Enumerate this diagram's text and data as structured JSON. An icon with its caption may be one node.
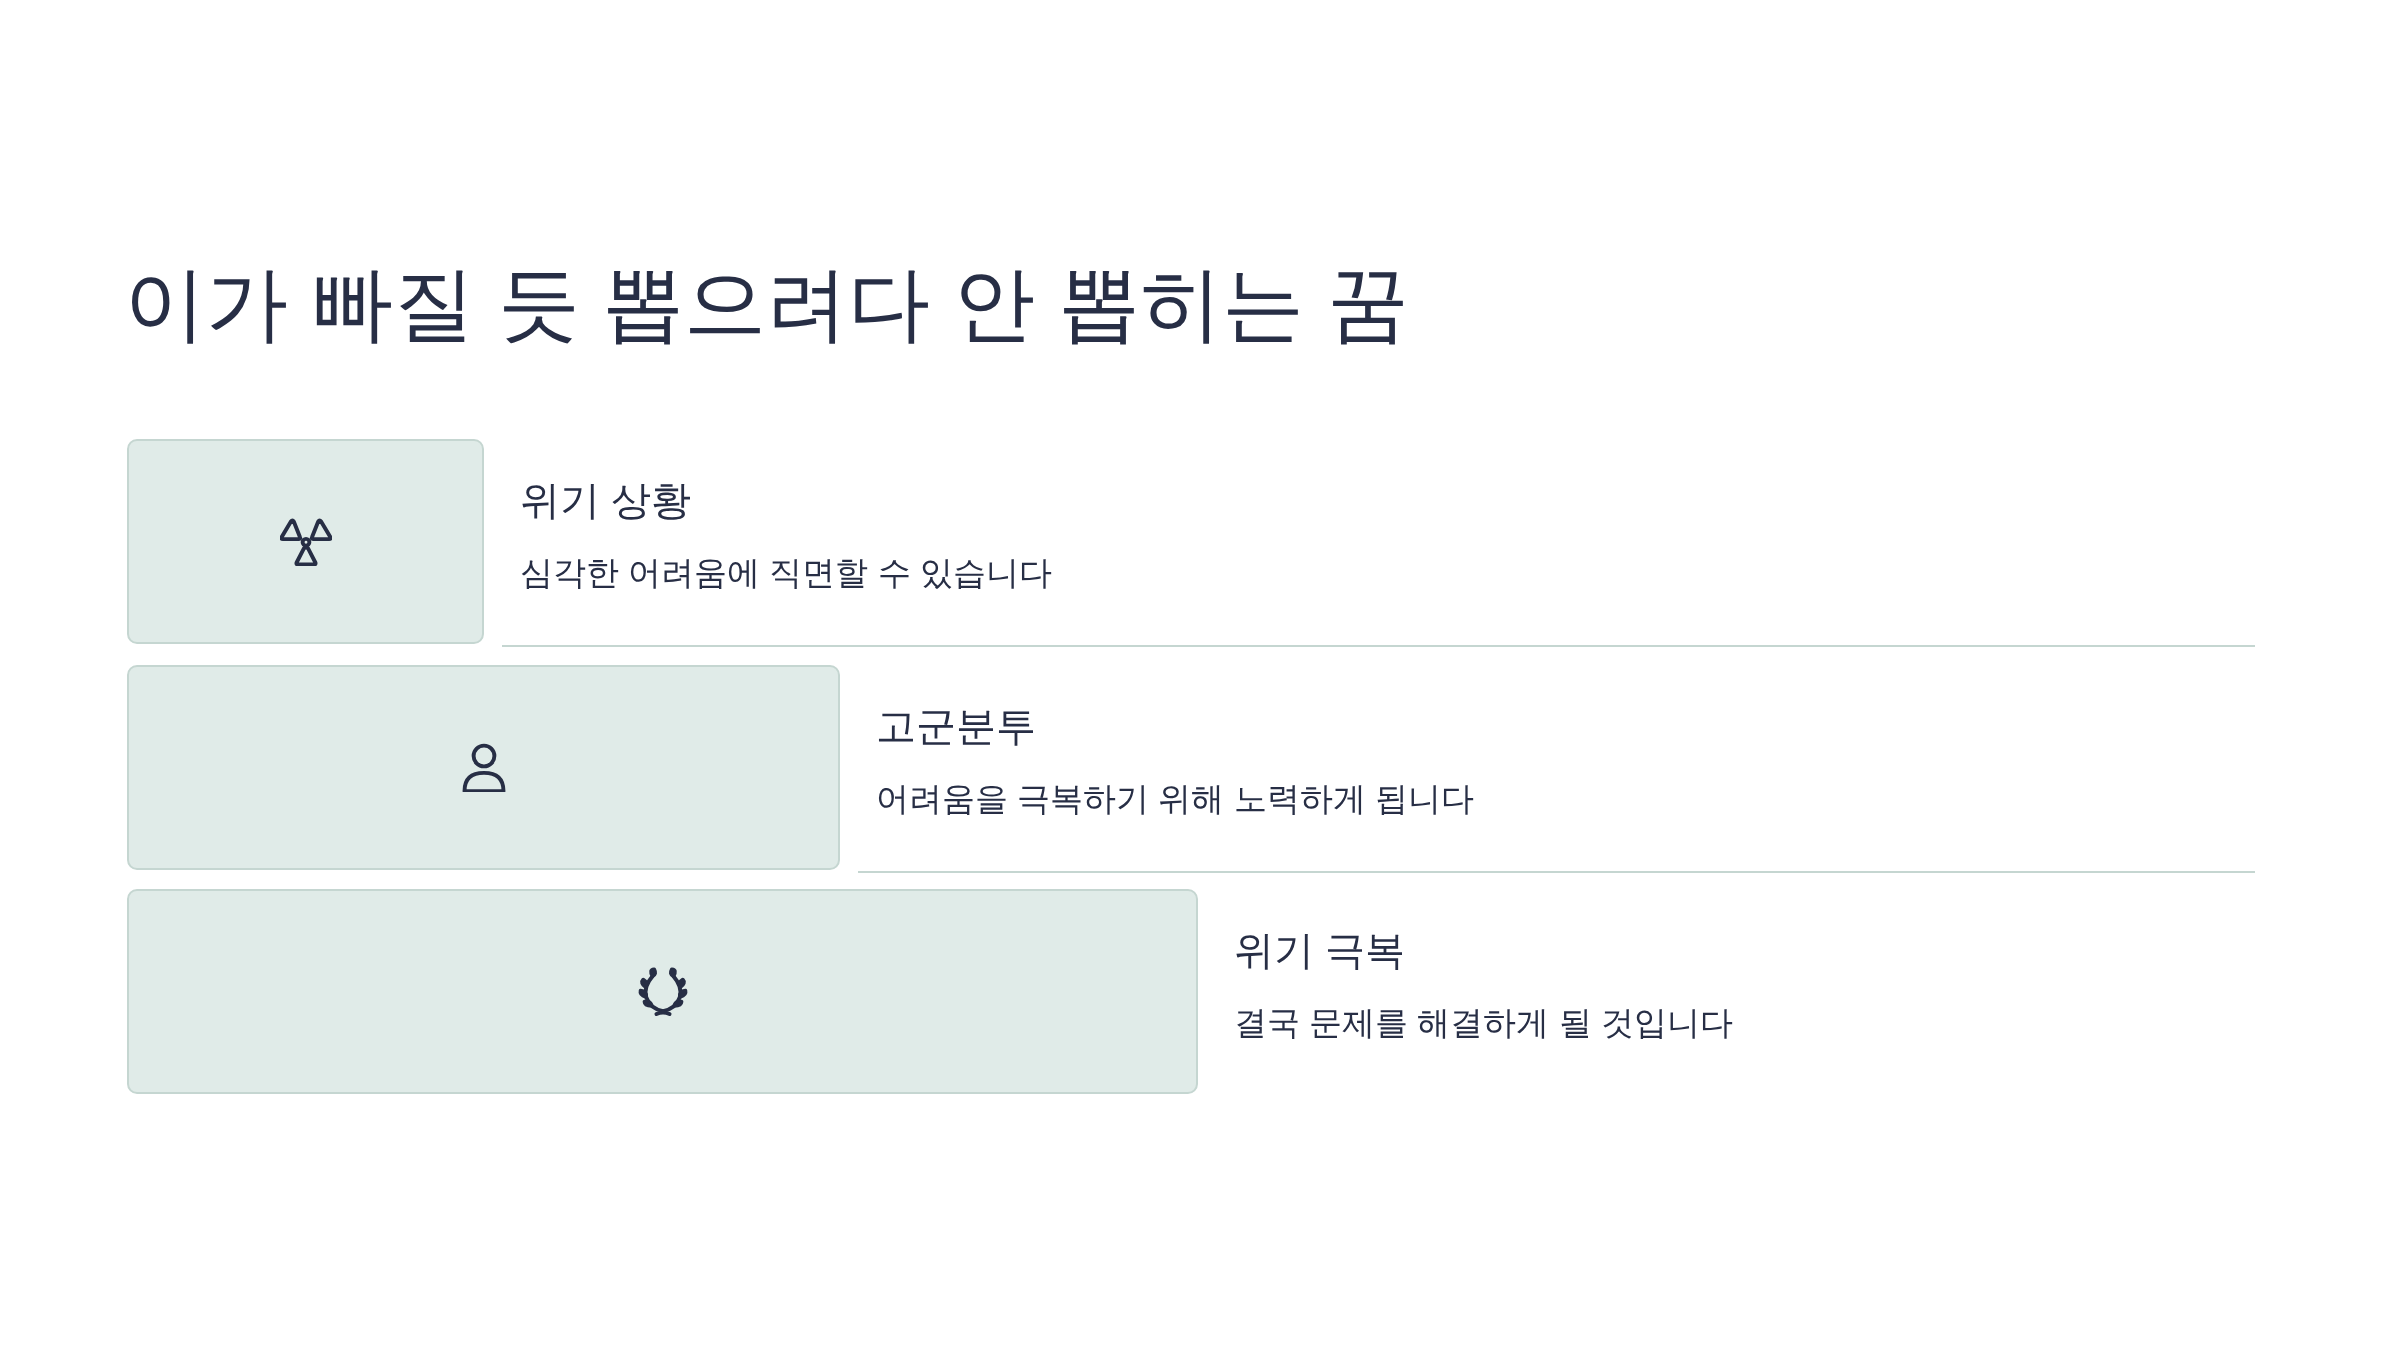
{
  "diagram": {
    "title": "이가 빠질 듯 뽑으려다 안 뽑히는 꿈",
    "nodes": [
      {
        "text": [],
        "shape": "box",
        "beside": [
          "위기 상황",
          "심각한 어려움에 직면할 수 있습니다"
        ]
      },
      {
        "text": [],
        "shape": "box",
        "beside": [
          "고군분투",
          "어려움을 극복하기 위해 노력하게 됩니다"
        ]
      },
      {
        "text": [],
        "shape": "box",
        "beside": [
          "위기 극복",
          "결국 문제를 해결하게 될 것입니다"
        ]
      }
    ]
  }
}
